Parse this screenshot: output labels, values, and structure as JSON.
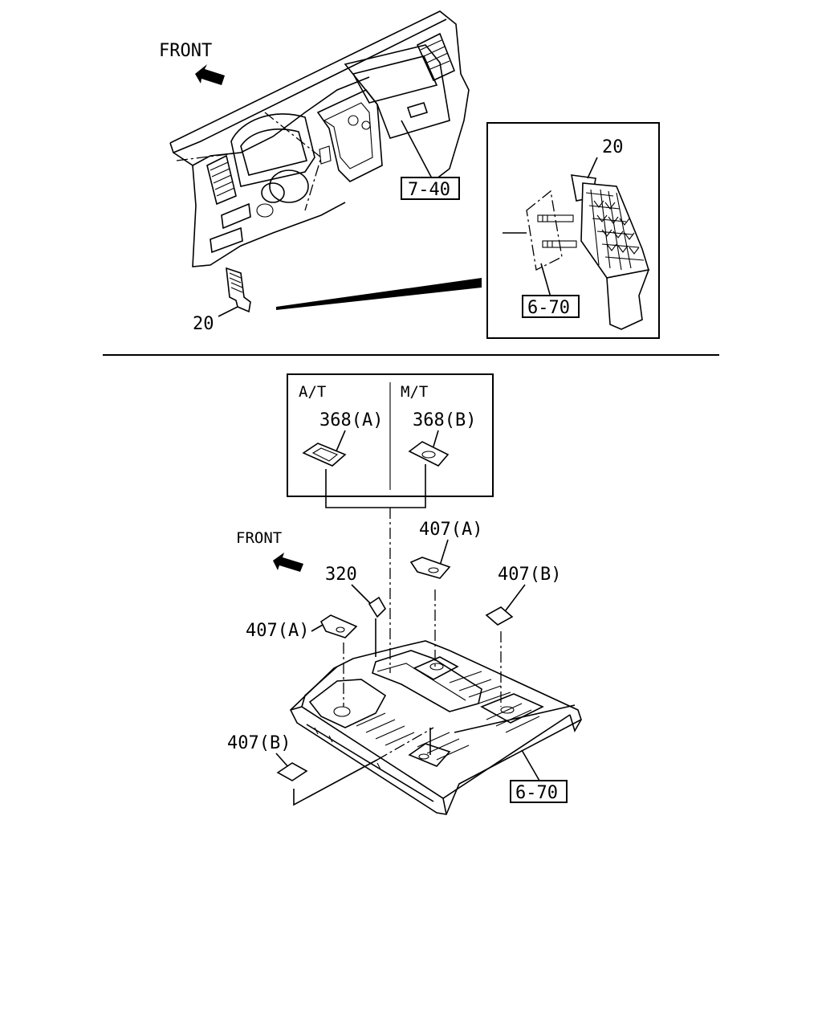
{
  "top_section": {
    "front_label": "FRONT",
    "callouts": {
      "dashboard_ref": "7-40",
      "vent_part_bottom": "20",
      "detail_vent_part": "20",
      "detail_ref": "6-70"
    }
  },
  "bottom_section": {
    "front_label": "FRONT",
    "inset": {
      "at_label": "A/T",
      "mt_label": "M/T",
      "part_a": "368(A)",
      "part_b": "368(B)"
    },
    "callouts": {
      "part_407a_top": "407(A)",
      "part_407b_right": "407(B)",
      "part_320": "320",
      "part_407a_left": "407(A)",
      "part_407b_bottom": "407(B)",
      "floor_ref": "6-70"
    }
  }
}
